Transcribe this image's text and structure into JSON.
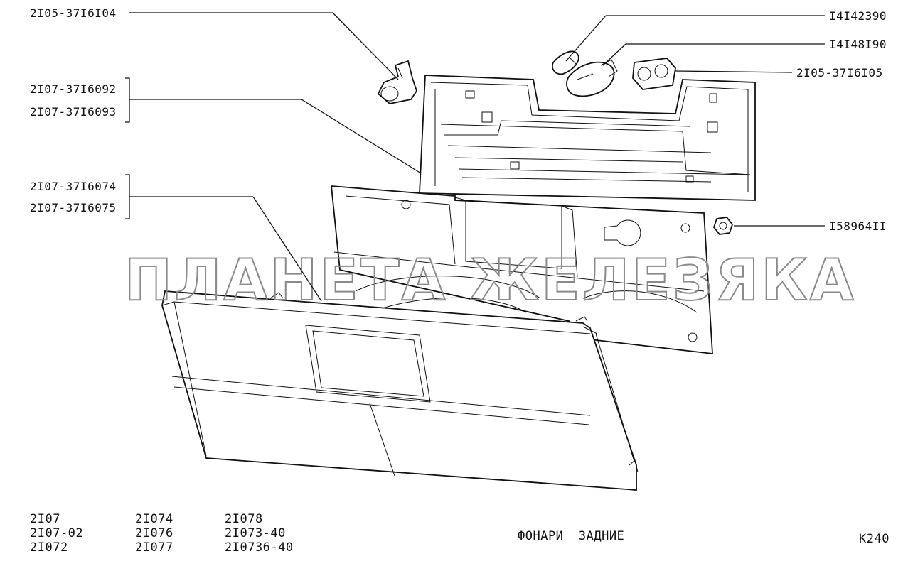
{
  "callouts": {
    "bulb_holder_left": "2I05-37I6I04",
    "board_a": "2I07-37I6092",
    "board_b": "2I07-37I6093",
    "lamp_a": "2I07-37I6074",
    "lamp_b": "2I07-37I6075",
    "small_bulb": "I4I42390",
    "large_bulb": "I4I48I90",
    "bulb_holder_right": "2I05-37I6I05",
    "nut": "I58964II"
  },
  "watermark": "ПЛАНЕТА ЖЕЛЕЗЯКА",
  "models": {
    "col1": [
      "2I07",
      "2I07-02",
      "2I072"
    ],
    "col2": [
      "2I074",
      "2I076",
      "2I077"
    ],
    "col3": [
      "2I078",
      "2I073-40",
      "2I0736-40"
    ]
  },
  "title": "ФОНАРИ  ЗАДНИЕ",
  "page_code": "K240"
}
